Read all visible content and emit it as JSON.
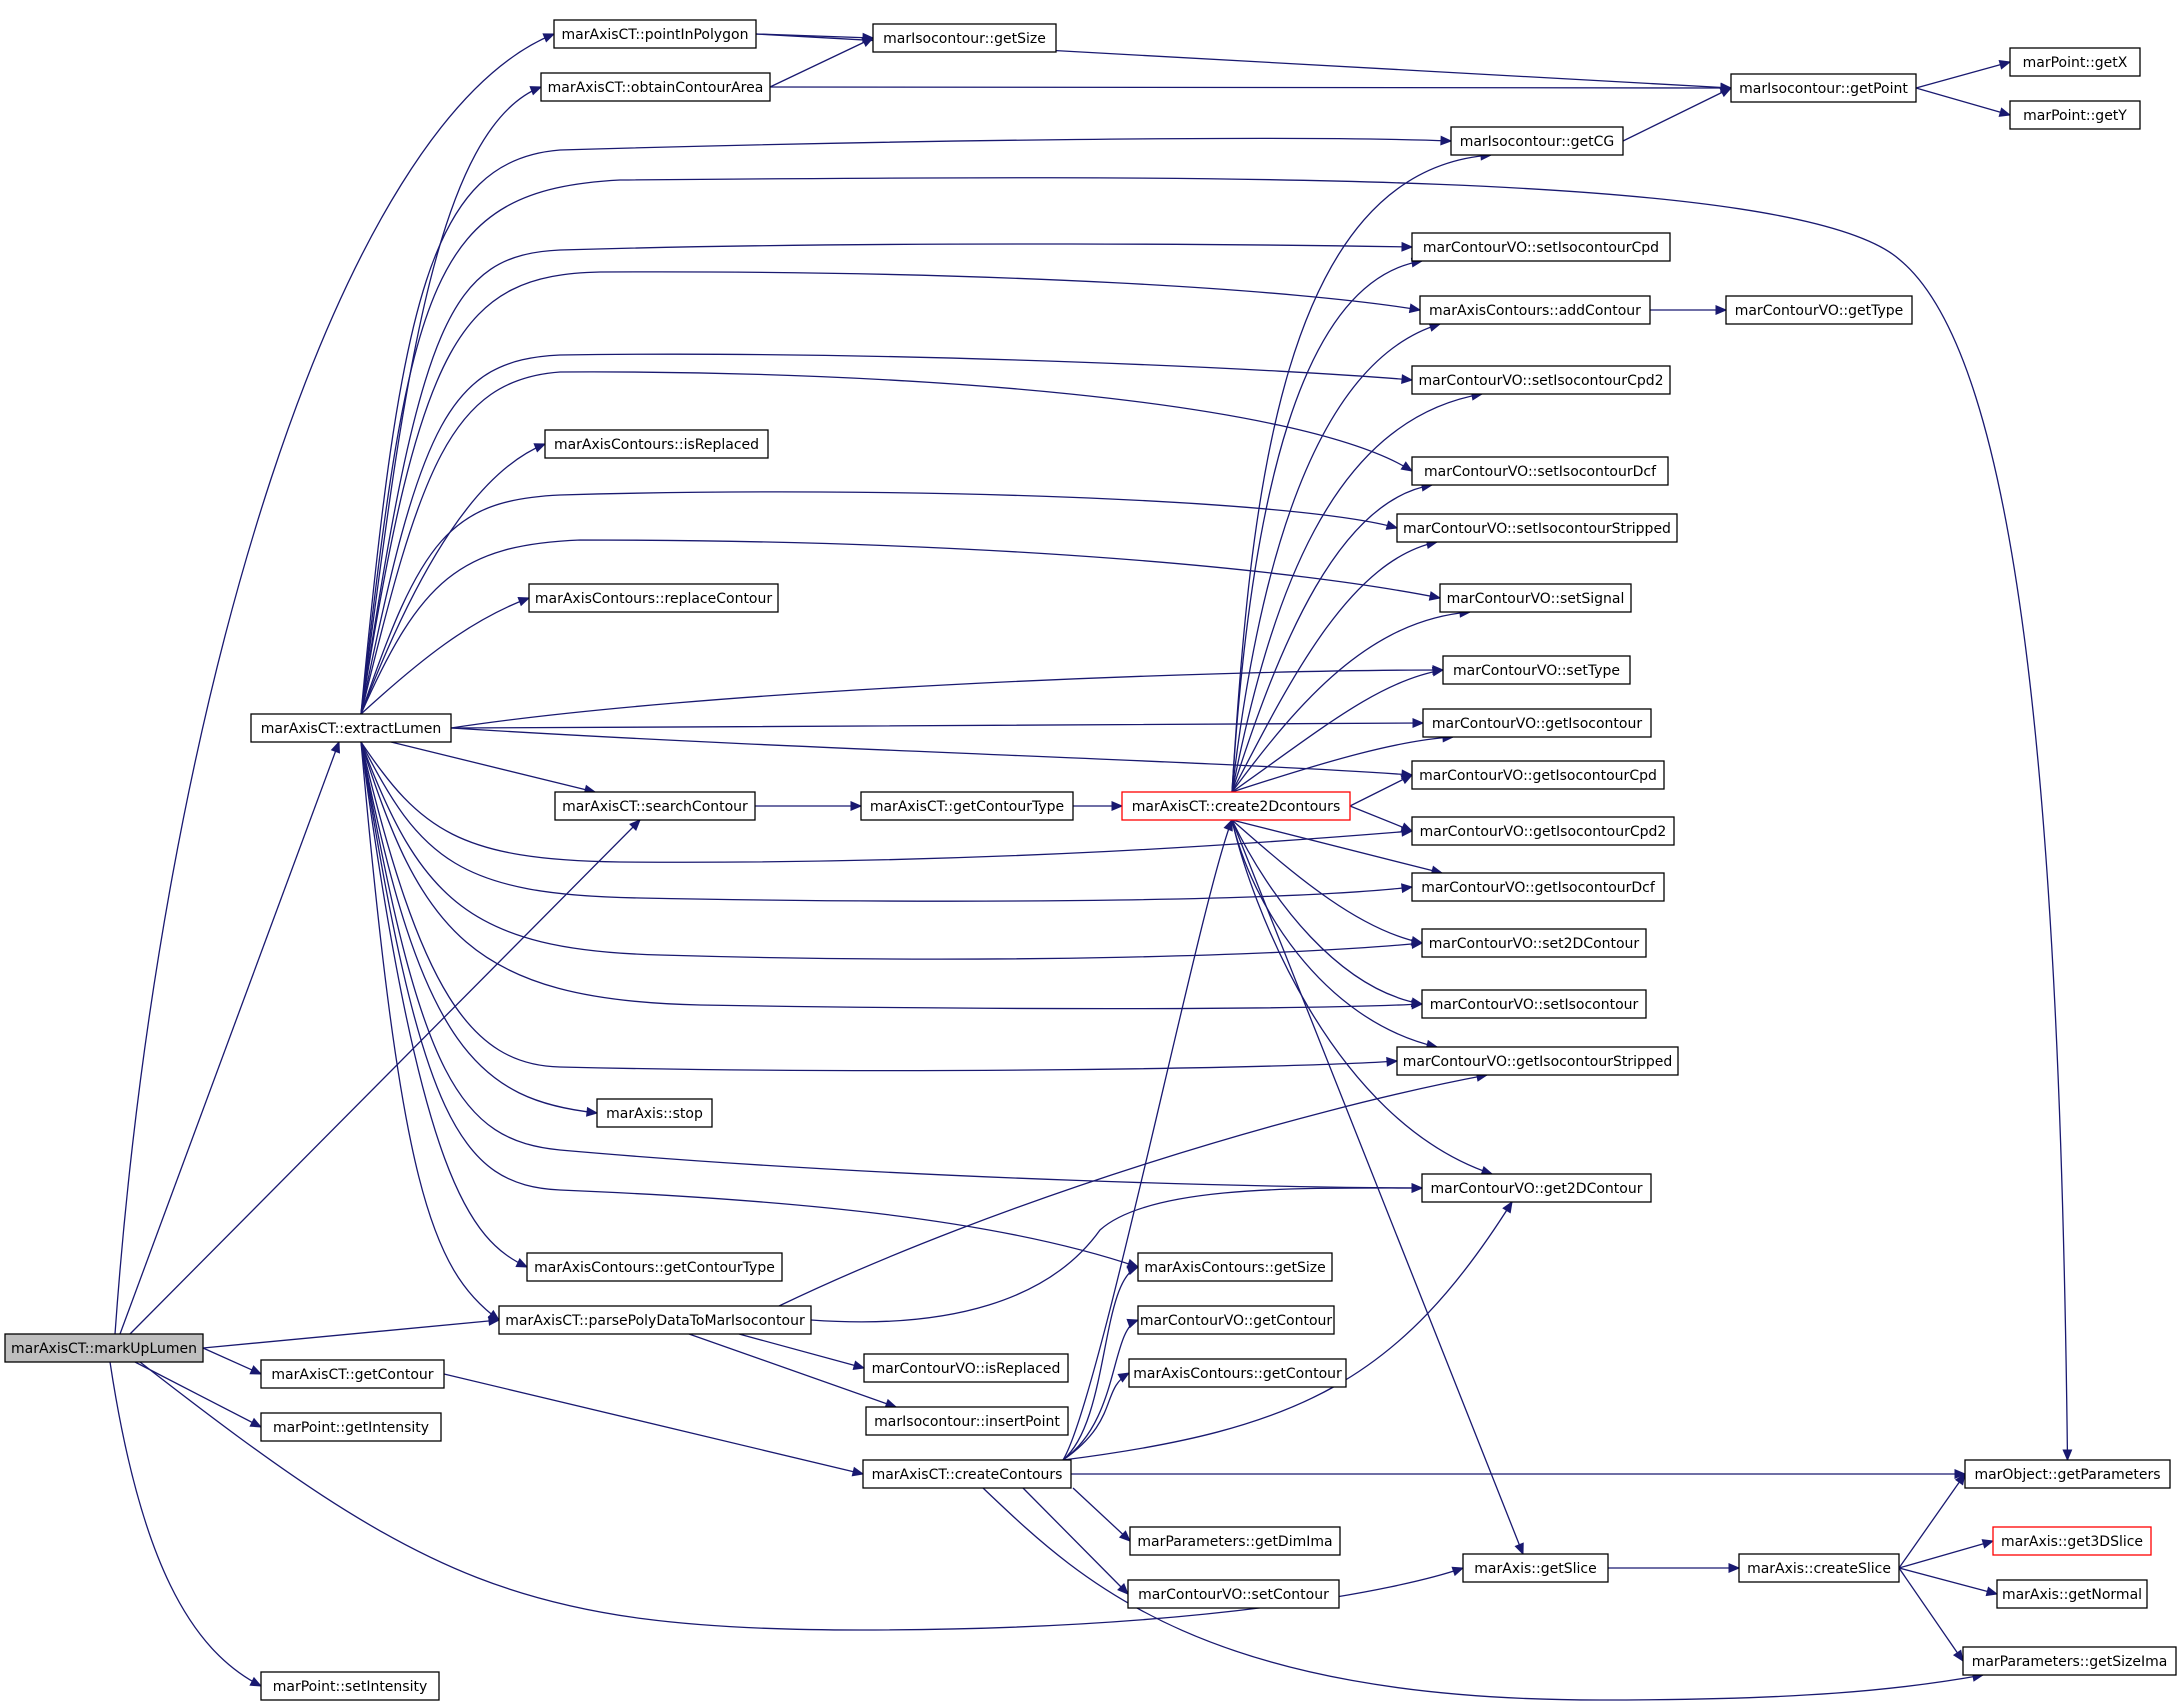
{
  "graph": {
    "colors": {
      "edge": "#191970",
      "node_border": "#000000",
      "node_fill": "#ffffff",
      "root_fill": "#bfbfbf",
      "truncated_border": "#ff0000"
    },
    "nodes": [
      {
        "id": "markUpLumen",
        "label": "marAxisCT::markUpLumen",
        "style": "root"
      },
      {
        "id": "extractLumen",
        "label": "marAxisCT::extractLumen"
      },
      {
        "id": "pointInPolygon",
        "label": "marAxisCT::pointInPolygon"
      },
      {
        "id": "obtainContourArea",
        "label": "marAxisCT::obtainContourArea"
      },
      {
        "id": "iso_getSize",
        "label": "marIsocontour::getSize"
      },
      {
        "id": "iso_getPoint",
        "label": "marIsocontour::getPoint"
      },
      {
        "id": "point_getX",
        "label": "marPoint::getX"
      },
      {
        "id": "point_getY",
        "label": "marPoint::getY"
      },
      {
        "id": "iso_getCG",
        "label": "marIsocontour::getCG"
      },
      {
        "id": "vo_setIsoCpd",
        "label": "marContourVO::setIsocontourCpd"
      },
      {
        "id": "ac_addContour",
        "label": "marAxisContours::addContour"
      },
      {
        "id": "vo_getType",
        "label": "marContourVO::getType"
      },
      {
        "id": "vo_setIsoCpd2",
        "label": "marContourVO::setIsocontourCpd2"
      },
      {
        "id": "ac_isReplaced",
        "label": "marAxisContours::isReplaced"
      },
      {
        "id": "vo_setIsoDcf",
        "label": "marContourVO::setIsocontourDcf"
      },
      {
        "id": "vo_setIsoStripped",
        "label": "marContourVO::setIsocontourStripped"
      },
      {
        "id": "vo_setSignal",
        "label": "marContourVO::setSignal"
      },
      {
        "id": "ac_replaceContour",
        "label": "marAxisContours::replaceContour"
      },
      {
        "id": "vo_setType",
        "label": "marContourVO::setType"
      },
      {
        "id": "vo_getIso",
        "label": "marContourVO::getIsocontour"
      },
      {
        "id": "vo_getIsoCpd",
        "label": "marContourVO::getIsocontourCpd"
      },
      {
        "id": "searchContour",
        "label": "marAxisCT::searchContour"
      },
      {
        "id": "getContourType",
        "label": "marAxisCT::getContourType"
      },
      {
        "id": "create2Dcontours",
        "label": "marAxisCT::create2Dcontours",
        "style": "truncated"
      },
      {
        "id": "vo_getIsoCpd2",
        "label": "marContourVO::getIsocontourCpd2"
      },
      {
        "id": "vo_getIsoDcf",
        "label": "marContourVO::getIsocontourDcf"
      },
      {
        "id": "vo_set2DContour",
        "label": "marContourVO::set2DContour"
      },
      {
        "id": "vo_setIso",
        "label": "marContourVO::setIsocontour"
      },
      {
        "id": "vo_getIsoStripped",
        "label": "marContourVO::getIsocontourStripped"
      },
      {
        "id": "axis_stop",
        "label": "marAxis::stop"
      },
      {
        "id": "vo_get2DContour",
        "label": "marContourVO::get2DContour"
      },
      {
        "id": "ac_getContourType",
        "label": "marAxisContours::getContourType"
      },
      {
        "id": "ac_getSize",
        "label": "marAxisContours::getSize"
      },
      {
        "id": "parsePoly",
        "label": "marAxisCT::parsePolyDataToMarIsocontour"
      },
      {
        "id": "vo_getContour",
        "label": "marContourVO::getContour"
      },
      {
        "id": "ac_getContour",
        "label": "marAxisContours::getContour"
      },
      {
        "id": "vo_isReplaced",
        "label": "marContourVO::isReplaced"
      },
      {
        "id": "getContour",
        "label": "marAxisCT::getContour"
      },
      {
        "id": "iso_insertPoint",
        "label": "marIsocontour::insertPoint"
      },
      {
        "id": "point_getIntensity",
        "label": "marPoint::getIntensity"
      },
      {
        "id": "createContours",
        "label": "marAxisCT::createContours"
      },
      {
        "id": "obj_getParameters",
        "label": "marObject::getParameters"
      },
      {
        "id": "par_getDimIma",
        "label": "marParameters::getDimIma"
      },
      {
        "id": "axis_getSlice",
        "label": "marAxis::getSlice"
      },
      {
        "id": "axis_createSlice",
        "label": "marAxis::createSlice"
      },
      {
        "id": "axis_get3DSlice",
        "label": "marAxis::get3DSlice",
        "style": "truncated"
      },
      {
        "id": "axis_getNormal",
        "label": "marAxis::getNormal"
      },
      {
        "id": "vo_setContour",
        "label": "marContourVO::setContour"
      },
      {
        "id": "par_getSizeIma",
        "label": "marParameters::getSizeIma"
      },
      {
        "id": "point_setIntensity",
        "label": "marPoint::setIntensity"
      }
    ],
    "edges": [
      [
        "markUpLumen",
        "pointInPolygon"
      ],
      [
        "markUpLumen",
        "extractLumen"
      ],
      [
        "markUpLumen",
        "searchContour"
      ],
      [
        "markUpLumen",
        "parsePoly"
      ],
      [
        "markUpLumen",
        "getContour"
      ],
      [
        "markUpLumen",
        "point_getIntensity"
      ],
      [
        "markUpLumen",
        "axis_getSlice"
      ],
      [
        "markUpLumen",
        "point_setIntensity"
      ],
      [
        "pointInPolygon",
        "iso_getSize"
      ],
      [
        "pointInPolygon",
        "iso_getPoint"
      ],
      [
        "obtainContourArea",
        "iso_getSize"
      ],
      [
        "obtainContourArea",
        "iso_getPoint"
      ],
      [
        "iso_getPoint",
        "point_getX"
      ],
      [
        "iso_getPoint",
        "point_getY"
      ],
      [
        "iso_getCG",
        "iso_getPoint"
      ],
      [
        "extractLumen",
        "obtainContourArea"
      ],
      [
        "extractLumen",
        "iso_getCG"
      ],
      [
        "extractLumen",
        "obj_getParameters"
      ],
      [
        "extractLumen",
        "vo_setIsoCpd"
      ],
      [
        "extractLumen",
        "ac_addContour"
      ],
      [
        "extractLumen",
        "vo_setIsoCpd2"
      ],
      [
        "extractLumen",
        "ac_isReplaced"
      ],
      [
        "extractLumen",
        "vo_setIsoDcf"
      ],
      [
        "extractLumen",
        "vo_setIsoStripped"
      ],
      [
        "extractLumen",
        "vo_setSignal"
      ],
      [
        "extractLumen",
        "ac_replaceContour"
      ],
      [
        "extractLumen",
        "vo_setType"
      ],
      [
        "extractLumen",
        "vo_getIso"
      ],
      [
        "extractLumen",
        "vo_getIsoCpd"
      ],
      [
        "extractLumen",
        "searchContour"
      ],
      [
        "extractLumen",
        "vo_getIsoCpd2"
      ],
      [
        "extractLumen",
        "vo_getIsoDcf"
      ],
      [
        "extractLumen",
        "vo_set2DContour"
      ],
      [
        "extractLumen",
        "vo_setIso"
      ],
      [
        "extractLumen",
        "vo_getIsoStripped"
      ],
      [
        "extractLumen",
        "axis_stop"
      ],
      [
        "extractLumen",
        "vo_get2DContour"
      ],
      [
        "extractLumen",
        "ac_getSize"
      ],
      [
        "extractLumen",
        "ac_getContourType"
      ],
      [
        "extractLumen",
        "parsePoly"
      ],
      [
        "ac_addContour",
        "vo_getType"
      ],
      [
        "searchContour",
        "getContourType"
      ],
      [
        "getContourType",
        "create2Dcontours"
      ],
      [
        "create2Dcontours",
        "iso_getCG"
      ],
      [
        "create2Dcontours",
        "vo_setIsoCpd"
      ],
      [
        "create2Dcontours",
        "ac_addContour"
      ],
      [
        "create2Dcontours",
        "vo_setIsoCpd2"
      ],
      [
        "create2Dcontours",
        "vo_setIsoDcf"
      ],
      [
        "create2Dcontours",
        "vo_setIsoStripped"
      ],
      [
        "create2Dcontours",
        "vo_setSignal"
      ],
      [
        "create2Dcontours",
        "vo_setType"
      ],
      [
        "create2Dcontours",
        "vo_getIso"
      ],
      [
        "create2Dcontours",
        "vo_getIsoCpd"
      ],
      [
        "create2Dcontours",
        "vo_getIsoCpd2"
      ],
      [
        "create2Dcontours",
        "vo_getIsoDcf"
      ],
      [
        "create2Dcontours",
        "vo_set2DContour"
      ],
      [
        "create2Dcontours",
        "vo_setIso"
      ],
      [
        "create2Dcontours",
        "vo_getIsoStripped"
      ],
      [
        "create2Dcontours",
        "vo_get2DContour"
      ],
      [
        "create2Dcontours",
        "axis_getSlice"
      ],
      [
        "parsePoly",
        "vo_getIsoStripped"
      ],
      [
        "parsePoly",
        "vo_get2DContour"
      ],
      [
        "parsePoly",
        "vo_isReplaced"
      ],
      [
        "parsePoly",
        "iso_insertPoint"
      ],
      [
        "getContour",
        "createContours"
      ],
      [
        "createContours",
        "create2Dcontours"
      ],
      [
        "createContours",
        "vo_get2DContour"
      ],
      [
        "createContours",
        "ac_getSize"
      ],
      [
        "createContours",
        "vo_getContour"
      ],
      [
        "createContours",
        "ac_getContour"
      ],
      [
        "createContours",
        "obj_getParameters"
      ],
      [
        "createContours",
        "par_getDimIma"
      ],
      [
        "createContours",
        "vo_setContour"
      ],
      [
        "createContours",
        "par_getSizeIma"
      ],
      [
        "axis_getSlice",
        "axis_createSlice"
      ],
      [
        "axis_createSlice",
        "obj_getParameters"
      ],
      [
        "axis_createSlice",
        "axis_get3DSlice"
      ],
      [
        "axis_createSlice",
        "axis_getNormal"
      ],
      [
        "axis_createSlice",
        "par_getSizeIma"
      ]
    ]
  }
}
